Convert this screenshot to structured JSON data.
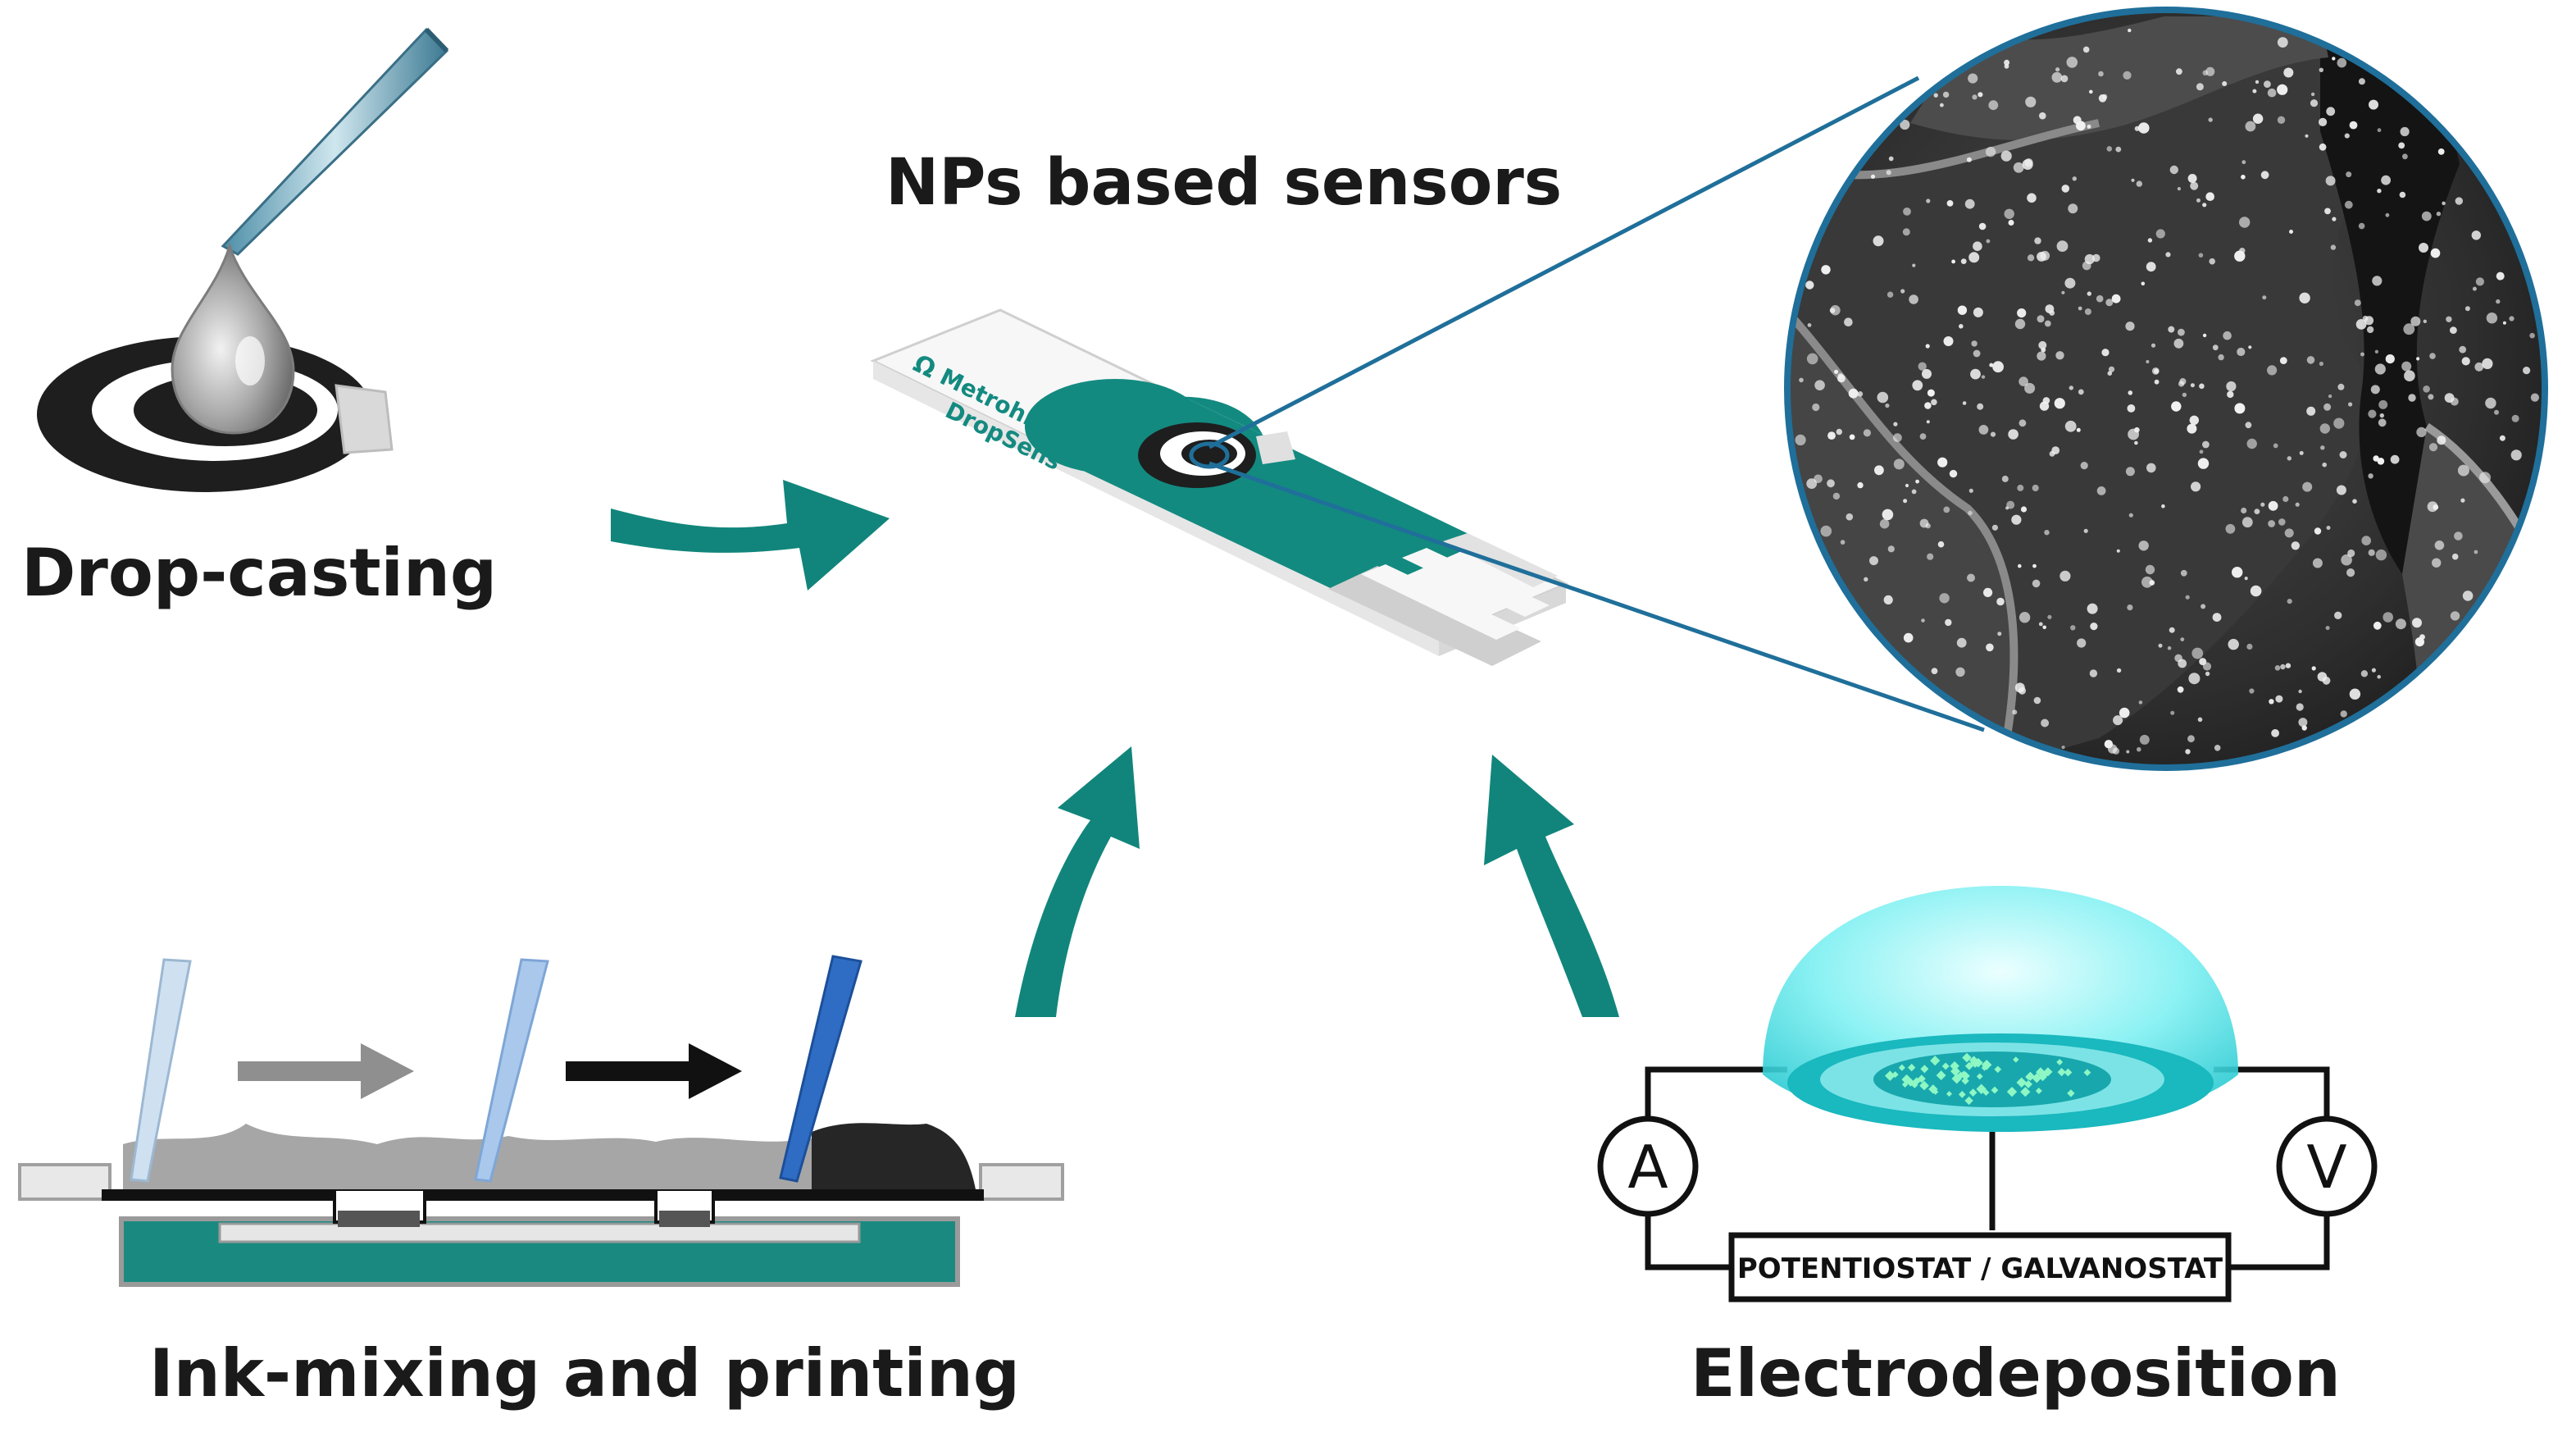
{
  "title": "NPs based sensors",
  "methods": {
    "drop_casting": "Drop-casting",
    "ink_mixing": "Ink-mixing and printing",
    "electrodeposition": "Electrodeposition"
  },
  "sensor": {
    "brand_line1": "Metrohm",
    "brand_line2": "DropSens"
  },
  "circuit": {
    "ammeter": "A",
    "voltmeter": "V",
    "instrument": "POTENTIOSTAT / GALVANOSTAT"
  },
  "colors": {
    "teal": "#138a80",
    "arrow_teal": "#11857b",
    "text": "#1a1a1a",
    "sem_ring": "#1f6f9a",
    "drop_glow": "#3fe0e6"
  }
}
